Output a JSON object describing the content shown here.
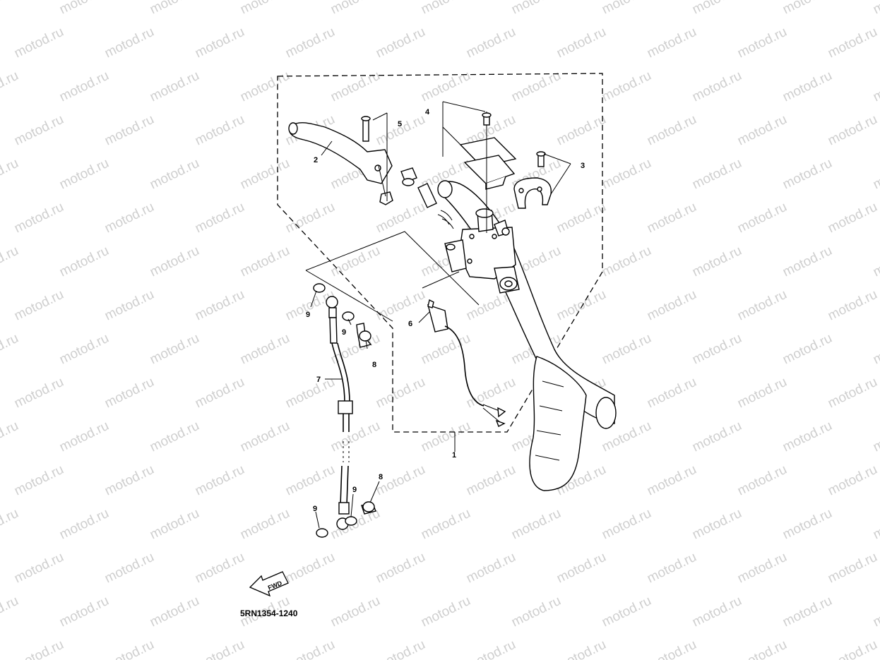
{
  "watermark": "motod.ru",
  "diagram_code": "5RN1354-1240",
  "direction_label": "FWD",
  "callouts": [
    {
      "id": "c1",
      "label": "1"
    },
    {
      "id": "c2",
      "label": "2"
    },
    {
      "id": "c3",
      "label": "3"
    },
    {
      "id": "c4",
      "label": "4"
    },
    {
      "id": "c5",
      "label": "5"
    },
    {
      "id": "c6",
      "label": "6"
    },
    {
      "id": "c7",
      "label": "7"
    },
    {
      "id": "c8a",
      "label": "8"
    },
    {
      "id": "c8b",
      "label": "8"
    },
    {
      "id": "c9a",
      "label": "9"
    },
    {
      "id": "c9b",
      "label": "9"
    },
    {
      "id": "c9c",
      "label": "9"
    },
    {
      "id": "c9d",
      "label": "9"
    }
  ]
}
